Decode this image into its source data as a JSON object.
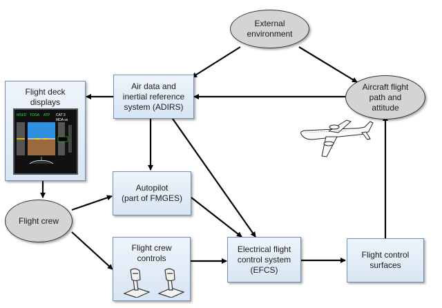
{
  "diagram": {
    "nodes": {
      "external_environment": "External\nenvironment",
      "adirs": "Air data and\ninertial reference\nsystem (ADIRS)",
      "aircraft_flight_path": "Aircraft flight\npath and\nattitude",
      "flight_deck_displays": "Flight deck\ndisplays",
      "autopilot": "Autopilot\n(part of FMGES)",
      "flight_crew": "Flight crew",
      "flight_crew_controls": "Flight crew\ncontrols",
      "efcs": "Electrical flight\ncontrol system\n(EFCS)",
      "flight_control_surfaces": "Flight control\nsurfaces"
    },
    "pfd_labels": {
      "speed": "MSED",
      "mode1": "TOGA",
      "mode2": "ATP",
      "cat": "CAT  3",
      "mda": "MDA  ss"
    },
    "colors": {
      "box_border": "#6f8fb8",
      "box_fill": "#dde8f4",
      "ellipse_fill": "#d4d4d4",
      "arrow": "#000000"
    }
  }
}
